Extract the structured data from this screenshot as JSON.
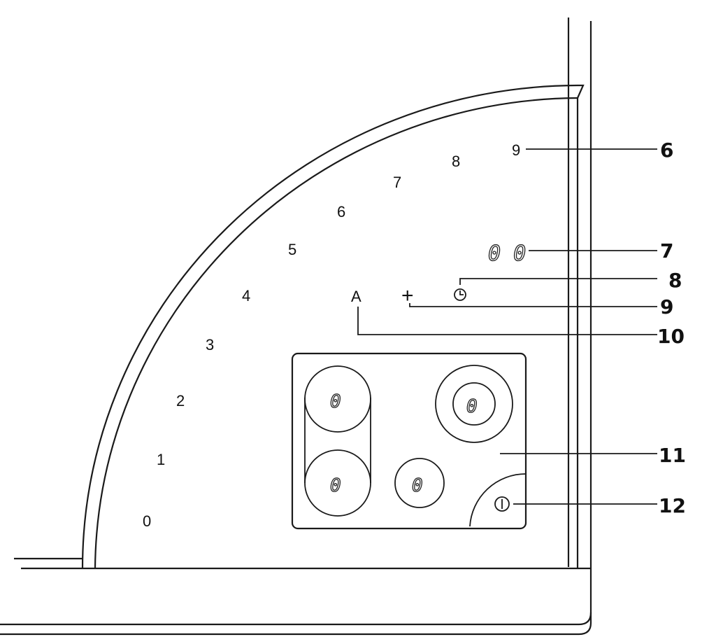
{
  "scale_labels": [
    "0",
    "1",
    "2",
    "3",
    "4",
    "5",
    "6",
    "7",
    "8",
    "9"
  ],
  "controls": {
    "auto": "A",
    "plus": "+",
    "timer_display": "0 0"
  },
  "zones": [
    "0",
    "0",
    "0",
    "0"
  ],
  "callouts": [
    "6",
    "7",
    "8",
    "9",
    "10",
    "11",
    "12"
  ]
}
